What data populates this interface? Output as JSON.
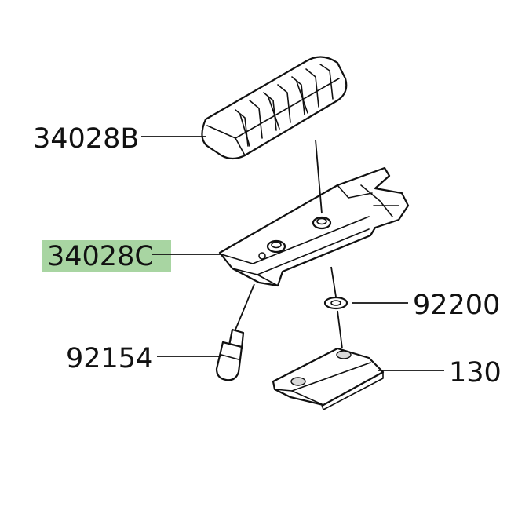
{
  "diagram": {
    "labels": {
      "footpeg_rubber": "34028B",
      "footpeg_bracket": "34028C",
      "washer": "92200",
      "bolt": "92154",
      "mount": "130"
    },
    "highlighted_part": "34028C",
    "colors": {
      "highlight": "#a8d5a2",
      "line": "#111111",
      "background": "#ffffff"
    }
  }
}
